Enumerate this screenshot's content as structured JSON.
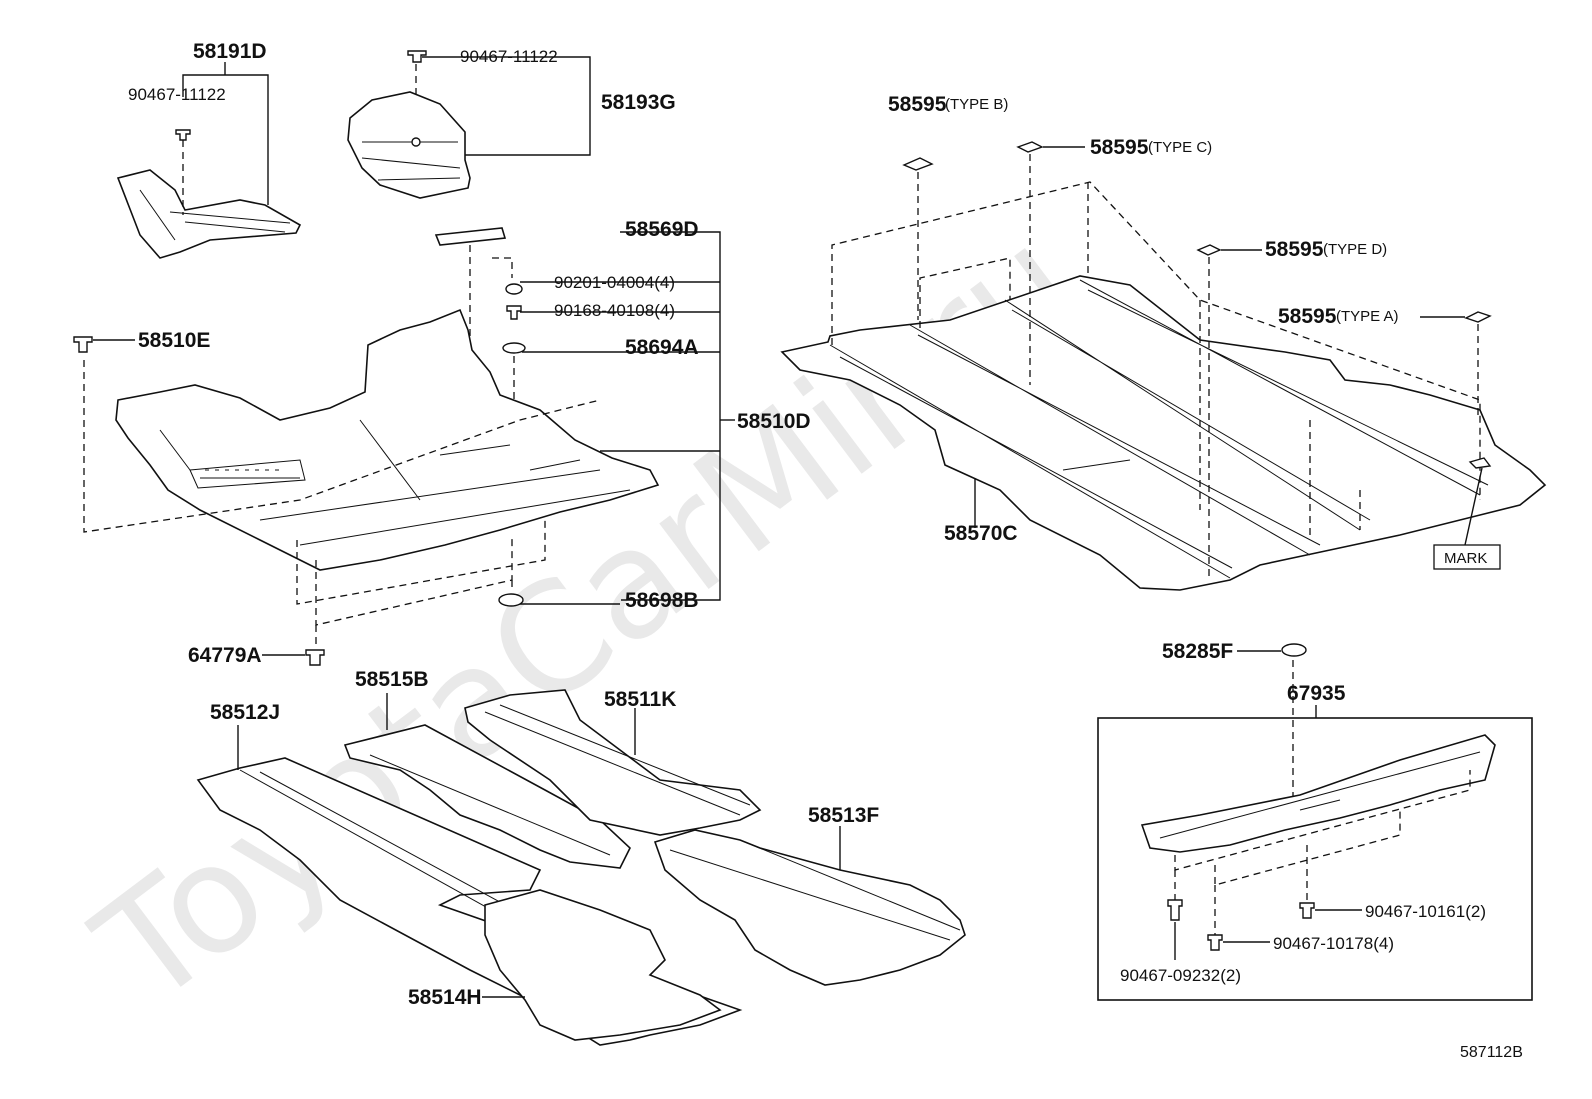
{
  "watermark": "ToyotaCarMir.ru",
  "diagram_id": "587112B",
  "mark_label": "MARK",
  "parts": {
    "p58191D": "58191D",
    "p90467_11122_a": "90467-11122",
    "p90467_11122_b": "90467-11122",
    "p58193G": "58193G",
    "p58569D": "58569D",
    "p90201_04004": "90201-04004(4)",
    "p90168_40108": "90168-40108(4)",
    "p58510E": "58510E",
    "p58694A": "58694A",
    "p58510D": "58510D",
    "p58698B": "58698B",
    "p64779A": "64779A",
    "p58595_b": "58595",
    "p58595_c": "58595",
    "p58595_d": "58595",
    "p58595_a": "58595",
    "p58570C": "58570C",
    "p58285F": "58285F",
    "p67935": "67935",
    "p58515B": "58515B",
    "p58511K": "58511K",
    "p58512J": "58512J",
    "p58513F": "58513F",
    "p58514H": "58514H",
    "p90467_10161": "90467-10161(2)",
    "p90467_10178": "90467-10178(4)",
    "p90467_09232": "90467-09232(2)"
  },
  "types": {
    "type_b": "(TYPE B)",
    "type_c": "(TYPE C)",
    "type_d": "(TYPE D)",
    "type_a": "(TYPE A)"
  },
  "colors": {
    "line": "#111111",
    "watermark": "#e9e9e9",
    "background": "#ffffff"
  }
}
